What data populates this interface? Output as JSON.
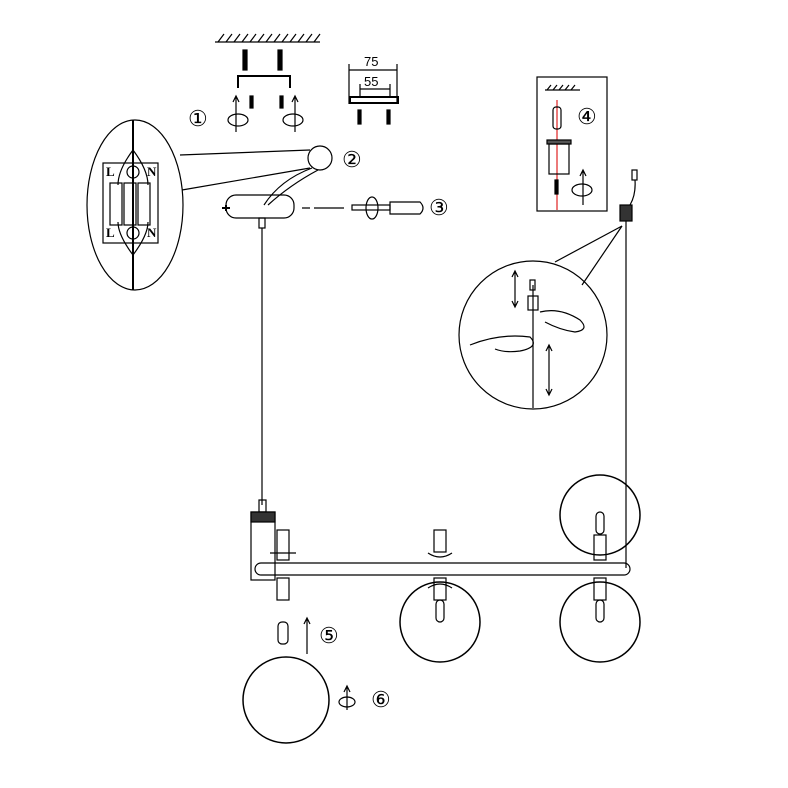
{
  "steps": {
    "s1": "①",
    "s2": "②",
    "s3": "③",
    "s4": "④",
    "s5": "⑤",
    "s6": "⑥"
  },
  "dimensions": {
    "outer": "75",
    "inner": "55"
  },
  "terminal": {
    "live": "L",
    "neutral": "N"
  },
  "colors": {
    "line": "#000000",
    "guide": "#e02020"
  }
}
